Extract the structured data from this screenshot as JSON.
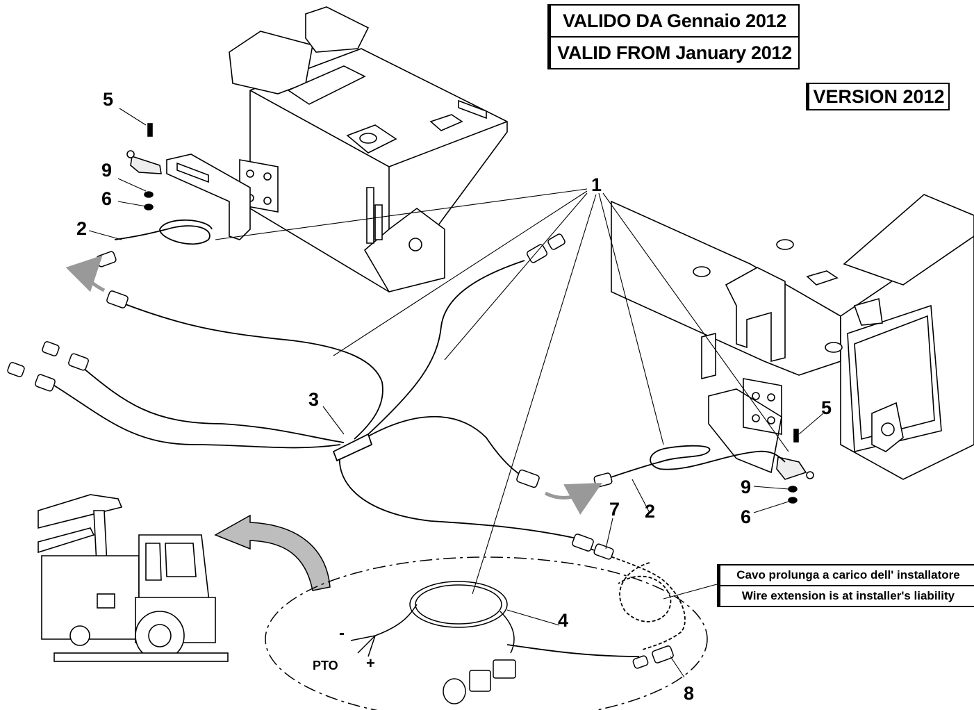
{
  "header": {
    "valid_from_it": "VALIDO DA Gennaio 2012",
    "valid_from_en": "VALID FROM January 2012",
    "version": "VERSION 2012"
  },
  "note": {
    "it": "Cavo prolunga a carico dell' installatore",
    "en": "Wire extension is at installer's liability"
  },
  "callouts": {
    "c1": "1",
    "c2_left": "2",
    "c2_right": "2",
    "c3": "3",
    "c4": "4",
    "c5_left": "5",
    "c5_right": "5",
    "c6_left": "6",
    "c6_right": "6",
    "c7": "7",
    "c8": "8",
    "c9_left": "9",
    "c9_right": "9"
  },
  "detail": {
    "minus": "-",
    "plus": "+",
    "pto": "PTO"
  }
}
